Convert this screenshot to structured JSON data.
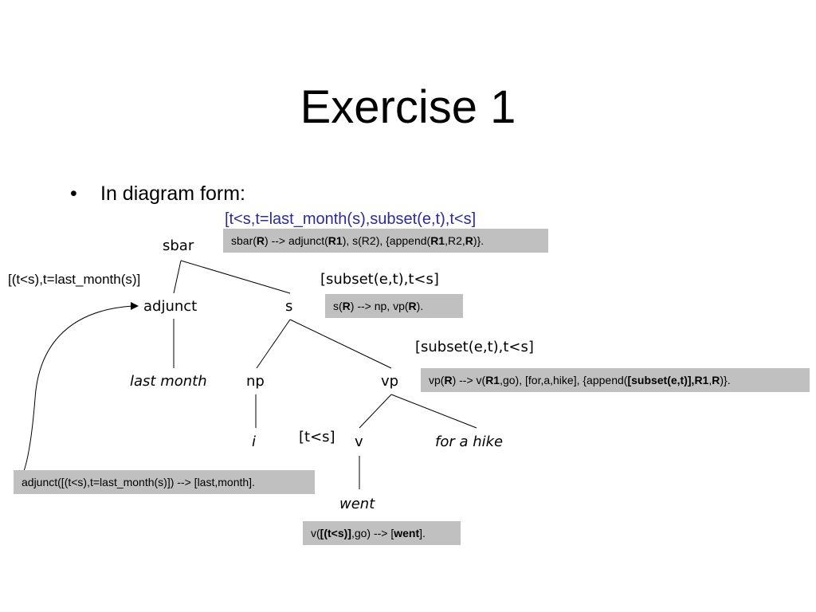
{
  "title": "Exercise 1",
  "bullet": {
    "mark": "•",
    "text": "In diagram form:"
  },
  "top_semantics": "[t<s,t=last_month(s),subset(e,t),t<s]",
  "tree": {
    "sbar": "sbar",
    "adjunct": "adjunct",
    "s": "s",
    "last_month": "last month",
    "np": "np",
    "vp": "vp",
    "i": "i",
    "v": "v",
    "for_a_hike": "for a hike",
    "went": "went"
  },
  "annotations": {
    "adjunct_sem": "[(t<s),t=last_month(s)]",
    "s_sem": "[subset(e,t),t<s]",
    "vp_sem": "[subset(e,t),t<s]",
    "v_sem": "[t<s]"
  },
  "rules": {
    "sbar": {
      "p1": "sbar(",
      "b1": "R",
      "p2": ") --> adjunct(",
      "b2": "R1",
      "p3": "), s(R2), {append(",
      "b3": "R1",
      "p4": ",R2,",
      "b4": "R",
      "p5": ")}."
    },
    "s": {
      "p1": "s(",
      "b1": "R",
      "p2": ") --> np, vp(",
      "b2": "R",
      "p3": ")."
    },
    "vp": {
      "p1": "vp(",
      "b1": "R",
      "p2": ") --> v(",
      "b2": "R1",
      "p3": ",go), [for,a,hike], {append(",
      "b3": "[subset(e,t)],R1",
      "p4": ",",
      "b4": "R",
      "p5": ")}."
    },
    "adjunct": "adjunct([(t<s),t=last_month(s)]) --> [last,month].",
    "v": {
      "p1": "v(",
      "b1": "[(t<s)]",
      "p2": ",go) --> [",
      "b2": "went",
      "p3": "]."
    }
  }
}
